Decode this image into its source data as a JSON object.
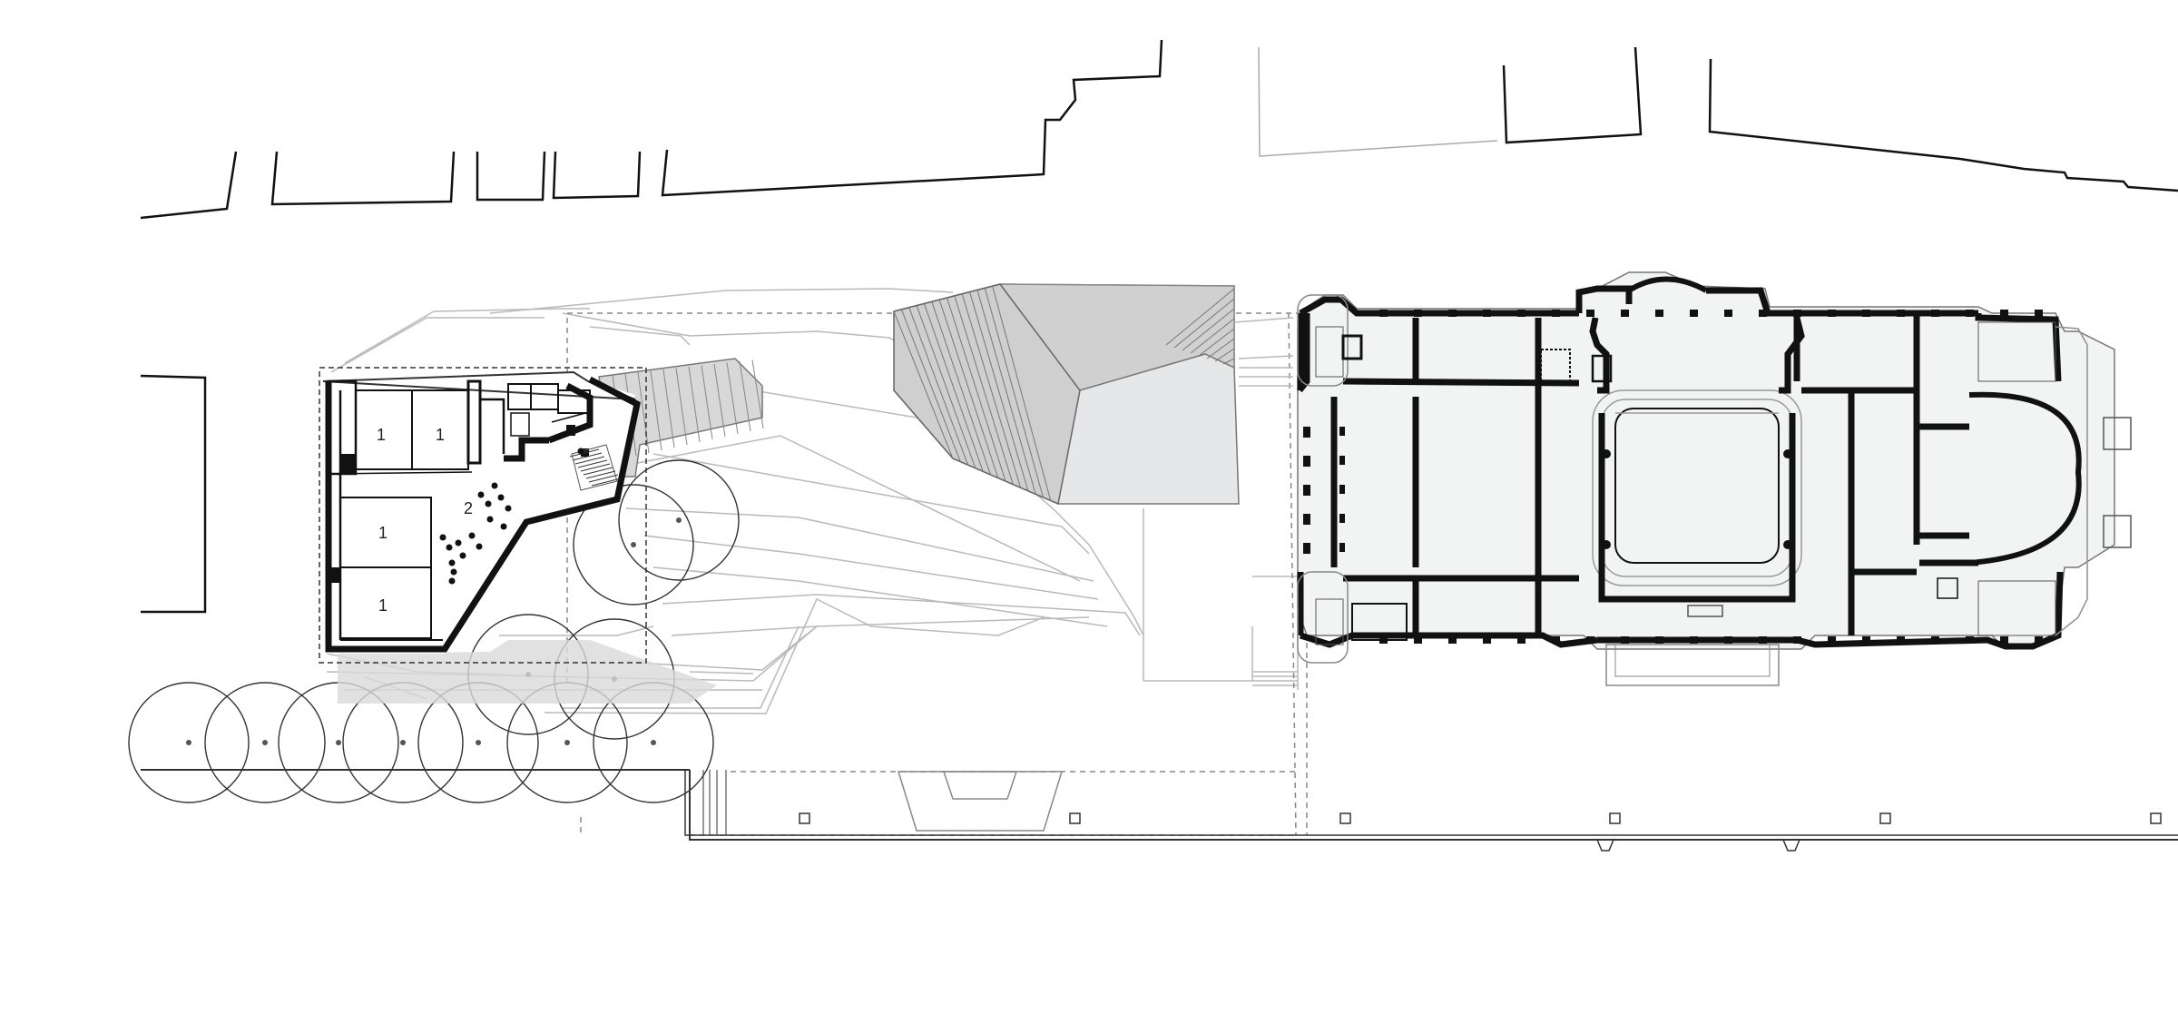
{
  "drawing": {
    "room_numbers": [
      "1",
      "1",
      "1",
      "1",
      "2"
    ],
    "colors": {
      "line": "#111111",
      "light_line": "#b9b9b9",
      "roof_shade": "#d9d9d9",
      "floor_tint": "#f2f4f4",
      "background": "#ffffff"
    }
  }
}
